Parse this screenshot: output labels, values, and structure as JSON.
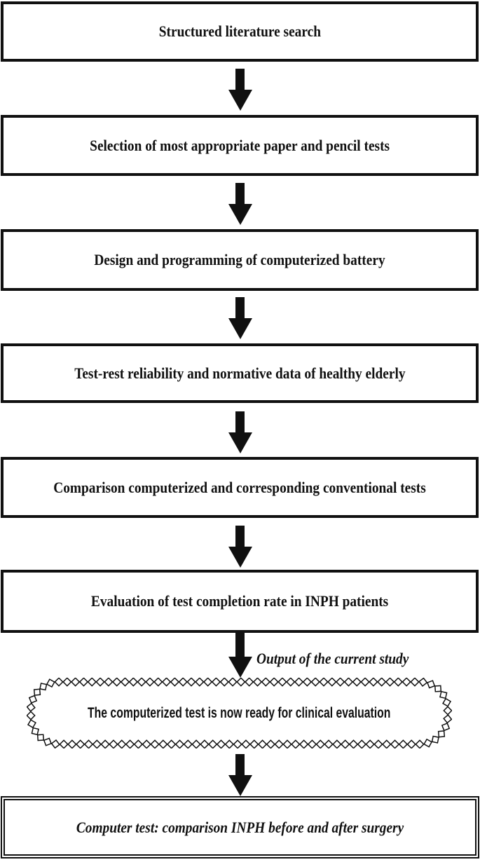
{
  "flow": {
    "steps": [
      "Structured literature search",
      "Selection of most appropriate paper and pencil tests",
      "Design and programming of computerized battery",
      "Test-rest reliability and normative data of healthy elderly",
      "Comparison computerized and corresponding conventional tests",
      "Evaluation of test completion rate in INPH patients"
    ],
    "arrow_annotation": "Output of the current study",
    "result_box": "The computerized test is now ready for clinical evaluation",
    "final_box": "Computer test: comparison INPH before and after surgery",
    "colors": {
      "ink": "#101010",
      "background": "#ffffff"
    }
  }
}
